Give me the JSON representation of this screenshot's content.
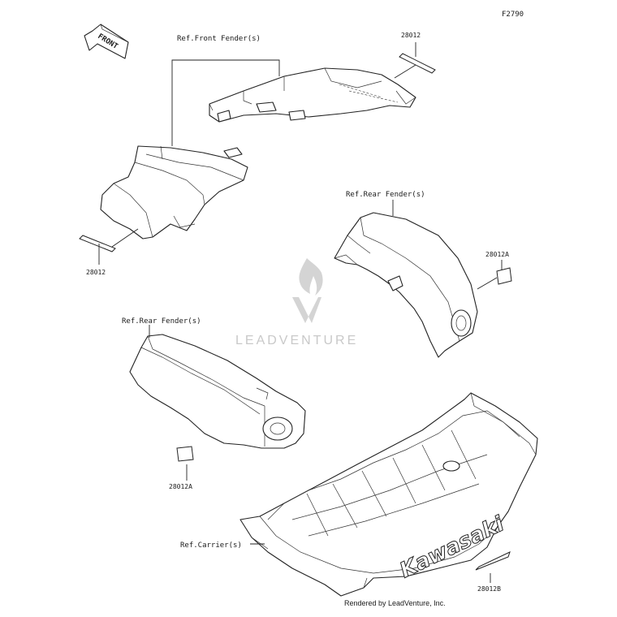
{
  "figure_code": "F2790",
  "front_arrow": {
    "label": "FRONT"
  },
  "watermark": {
    "text": "LEADVENTURE"
  },
  "labels": {
    "ref_front_fender": "Ref.Front Fender(s)",
    "ref_rear_fender_right": "Ref.Rear Fender(s)",
    "ref_rear_fender_left": "Ref.Rear Fender(s)",
    "ref_carrier": "Ref.Carrier(s)"
  },
  "part_codes": {
    "top_right": "28012",
    "left": "28012",
    "right": "28012A",
    "lower_left": "28012A",
    "bottom_right": "28012B"
  },
  "carrier_brand": "Kawasaki",
  "credit": "Rendered by LeadVenture, Inc."
}
